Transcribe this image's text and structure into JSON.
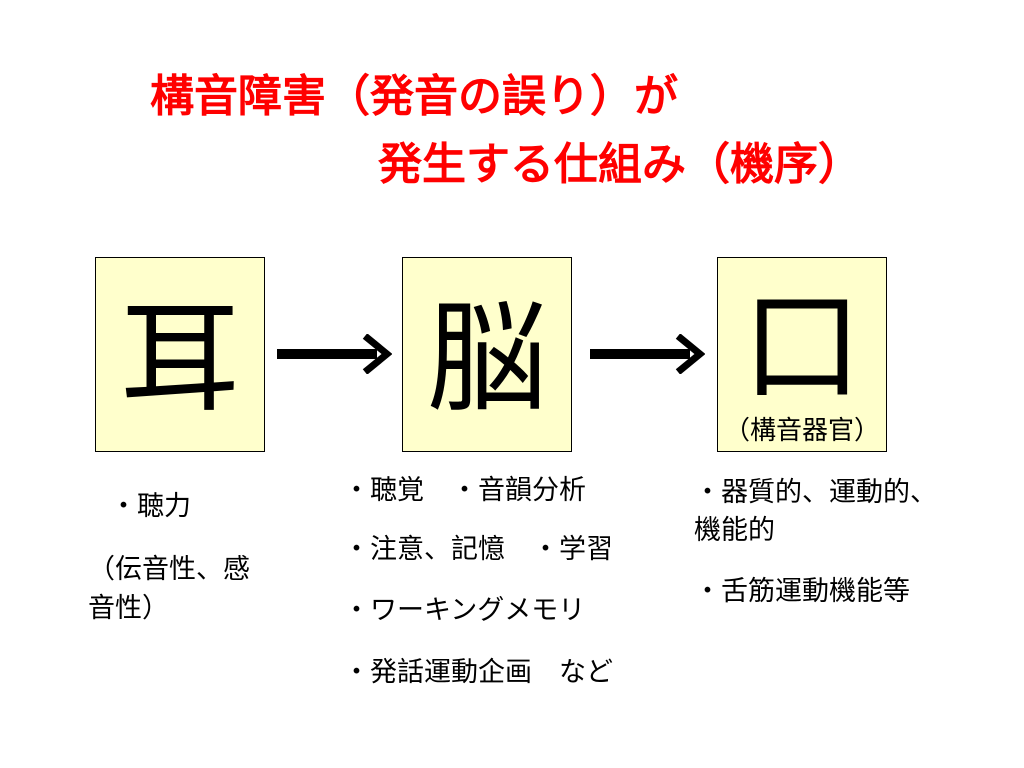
{
  "title": {
    "line1": "構音障害（発音の誤り）が",
    "line2": "発生する仕組み（機序）"
  },
  "boxes": [
    {
      "char": "耳"
    },
    {
      "char": "脳"
    },
    {
      "char": "口",
      "sub": "（構音器官）"
    }
  ],
  "ear_notes": {
    "l1": "・聴力",
    "l2": "（伝音性、感",
    "l3": "音性）"
  },
  "brain_notes": [
    "・聴覚　・音韻分析",
    "・注意、記憶　・学習",
    "・ワーキングメモリ",
    "・発話運動企画　など"
  ],
  "mouth_notes": {
    "l1": "・器質的、運動的、",
    "l2": "機能的",
    "l3": "・舌筋運動機能等"
  },
  "colors": {
    "title": "#ff0000",
    "box_fill": "#ffffcc"
  }
}
